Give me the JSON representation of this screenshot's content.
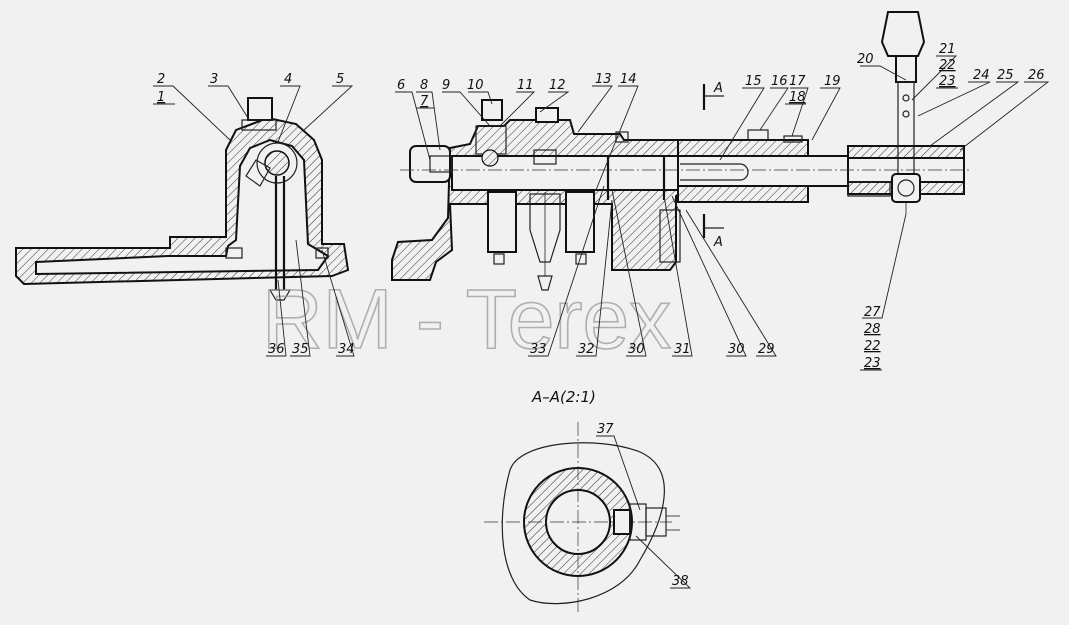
{
  "callouts": {
    "n1": "1",
    "n2": "2",
    "n3": "3",
    "n4": "4",
    "n5": "5",
    "n6": "6",
    "n7": "7",
    "n8": "8",
    "n9": "9",
    "n10": "10",
    "n11": "11",
    "n12": "12",
    "n13": "13",
    "n14": "14",
    "n15": "15",
    "n16": "16",
    "n17": "17",
    "n18": "18",
    "n19": "19",
    "n20": "20",
    "n21": "21",
    "n22a": "22",
    "n23a": "23",
    "n24": "24",
    "n25": "25",
    "n26": "26",
    "n27": "27",
    "n28": "28",
    "n22b": "22",
    "n23b": "23",
    "n29": "29",
    "n30a": "30",
    "n30b": "30",
    "n31": "31",
    "n32": "32",
    "n33": "33",
    "n34": "34",
    "n35": "35",
    "n36": "36",
    "n37": "37",
    "n38": "38"
  },
  "section_marker": "A",
  "section_title": "A–A(2:1)",
  "watermark": "RM - Terex"
}
